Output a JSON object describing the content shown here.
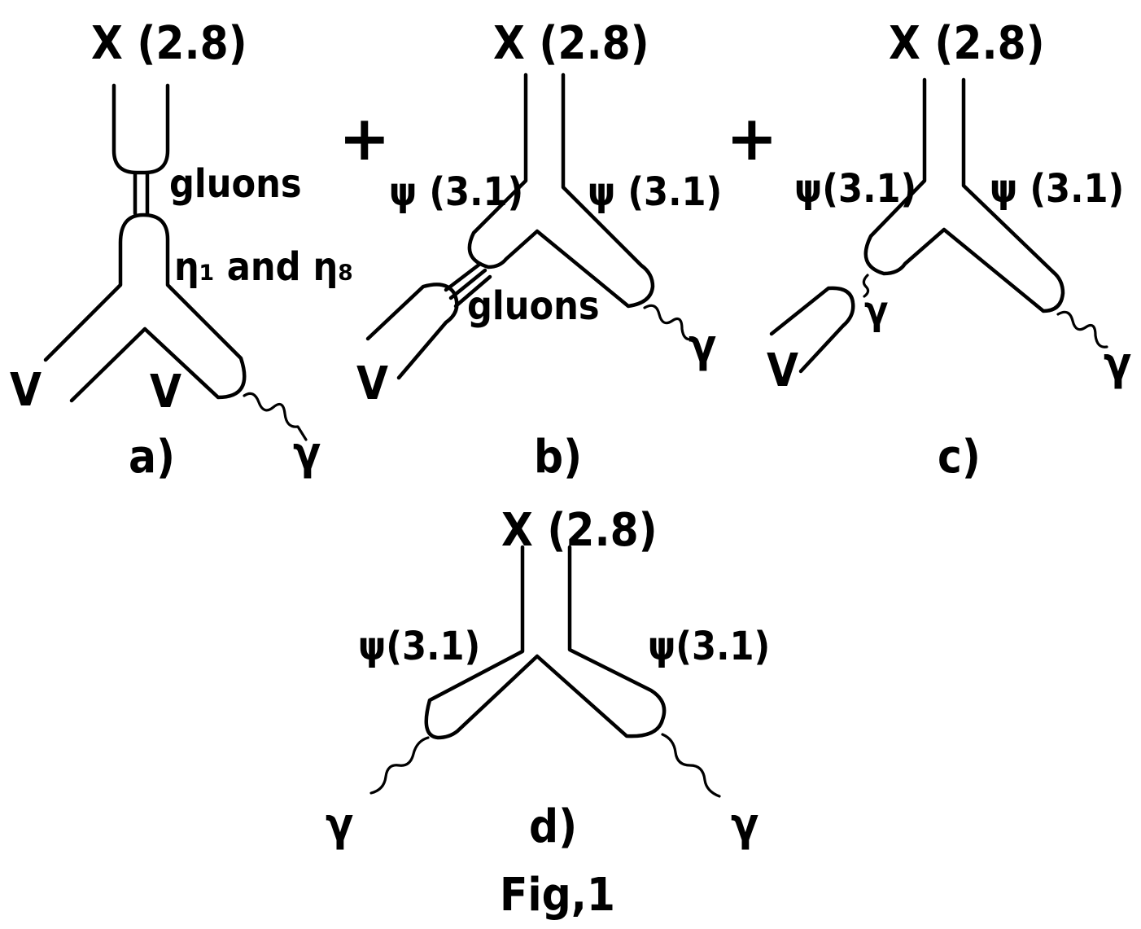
{
  "colors": {
    "ink": "#000000",
    "paper": "#ffffff"
  },
  "panels": {
    "a": {
      "caption": "a)",
      "top_label": "X (2.8)",
      "exchange_label": "gluons",
      "intermediate_label": "η₁ and η₈",
      "left_out": "V",
      "mid_out": "V",
      "photon": "γ"
    },
    "b": {
      "caption": "b)",
      "top_label": "X (2.8)",
      "left_label": "ψ (3.1)",
      "right_label": "ψ (3.1)",
      "exchange_label": "gluons",
      "left_out": "V",
      "photon": "γ"
    },
    "c": {
      "caption": "c)",
      "top_label": "X (2.8)",
      "left_label": "ψ(3.1)",
      "right_label": "ψ (3.1)",
      "exchange_label": "γ",
      "left_out": "V",
      "photon": "γ"
    },
    "d": {
      "caption": "d)",
      "top_label": "X (2.8)",
      "left_label": "ψ(3.1)",
      "right_label": "ψ(3.1)",
      "photon_left": "γ",
      "photon_right": "γ"
    }
  },
  "plus_signs": [
    "+",
    "+"
  ],
  "figure_caption": "Fig,1"
}
